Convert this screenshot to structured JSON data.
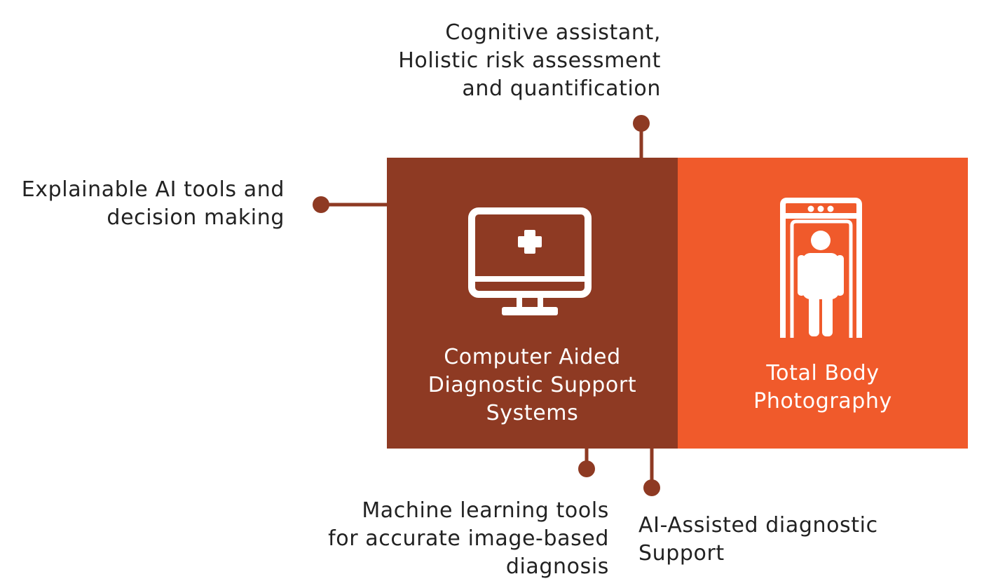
{
  "colors": {
    "cad_panel": "#8e3a23",
    "tbp_panel": "#f05a2b",
    "connector": "#8e3a23",
    "text": "#222222",
    "icon": "#ffffff"
  },
  "panels": {
    "cad": {
      "title_lines": [
        "Computer Aided",
        "Diagnostic Support",
        "Systems"
      ],
      "icon": "monitor-medical-icon"
    },
    "tbp": {
      "title_lines": [
        "Total Body",
        "Photography"
      ],
      "icon": "body-scanner-icon"
    }
  },
  "callouts": {
    "cognitive": [
      "Cognitive assistant,",
      "Holistic risk assessment",
      "and quantification"
    ],
    "explainable": [
      "Explainable AI tools and",
      "decision making"
    ],
    "machine_learning": [
      "Machine learning tools",
      "for accurate image-based",
      "diagnosis"
    ],
    "ai_assisted": [
      "AI-Assisted diagnostic",
      "Support"
    ]
  }
}
